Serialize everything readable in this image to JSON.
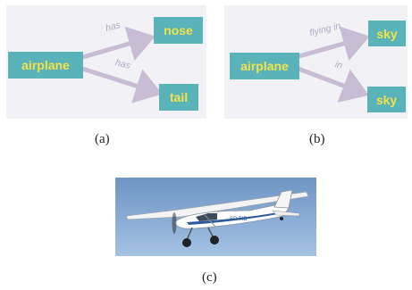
{
  "panel_a": {
    "nodes": {
      "subject": "airplane",
      "obj1": "nose",
      "obj2": "tail"
    },
    "edges": {
      "rel1": "has",
      "rel2": "has"
    },
    "caption": "(a)"
  },
  "panel_b": {
    "nodes": {
      "subject": "airplane",
      "obj1": "sky",
      "obj2": "sky"
    },
    "edges": {
      "rel1": "flying in",
      "rel2": "in"
    },
    "caption": "(b)"
  },
  "photo": {
    "caption": "(c)",
    "registration": "SP-TIB"
  },
  "colors": {
    "node_fill": "#5ab3b9",
    "node_text": "#f2e24a",
    "edge": "#c9bdd5",
    "edge_label": "#b3aac4",
    "panel_bg": "#f2f1f5"
  }
}
